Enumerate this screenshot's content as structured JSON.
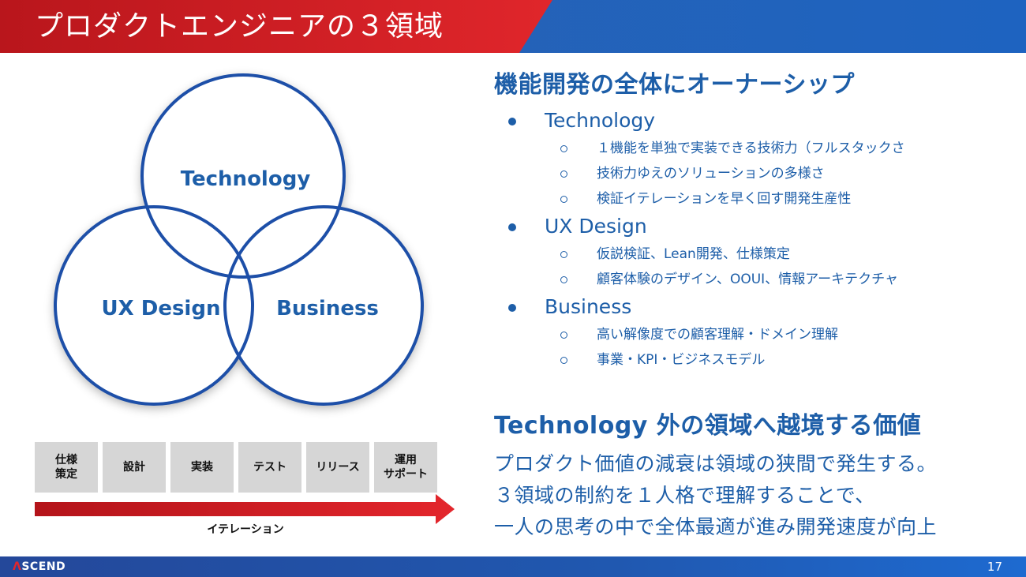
{
  "header": {
    "title": "プロダクトエンジニアの３領域"
  },
  "venn": {
    "labels": {
      "top": "Technology",
      "left": "UX Design",
      "right": "Business"
    },
    "colors": {
      "stroke": "#1d4fa8",
      "fill": "#ffffff",
      "text": "#1d5ea8"
    }
  },
  "process": {
    "steps": [
      "仕様\n策定",
      "設計",
      "実装",
      "テスト",
      "リリース",
      "運用\nサポート"
    ],
    "arrow_label": "イテレーション",
    "arrow_color": "#d8232a"
  },
  "right": {
    "heading": "機能開発の全体にオーナーシップ",
    "items": [
      {
        "label": "Technology",
        "subs": [
          "１機能を単独で実装できる技術力（フルスタックさ",
          "技術力ゆえのソリューションの多様さ",
          "検証イテレーションを早く回す開発生産性"
        ]
      },
      {
        "label": "UX Design",
        "subs": [
          "仮説検証、Lean開発、仕様策定",
          "顧客体験のデザイン、OOUI、情報アーキテクチャ"
        ]
      },
      {
        "label": "Business",
        "subs": [
          "高い解像度での顧客理解・ドメイン理解",
          "事業・KPI・ビジネスモデル"
        ]
      }
    ],
    "heading2": "Technology 外の領域へ越境する価値",
    "paragraph": [
      "プロダクト価値の減衰は領域の狭間で発生する。",
      "３領域の制約を１人格で理解することで、",
      "一人の思考の中で全体最適が進み開発速度が向上"
    ]
  },
  "footer": {
    "logo_mark": "Λ",
    "logo_text": "SCEND",
    "page": "17"
  },
  "colors": {
    "accent_blue": "#1d5ea8",
    "header_red": "#d8232a",
    "header_blue": "#1e63c0"
  }
}
